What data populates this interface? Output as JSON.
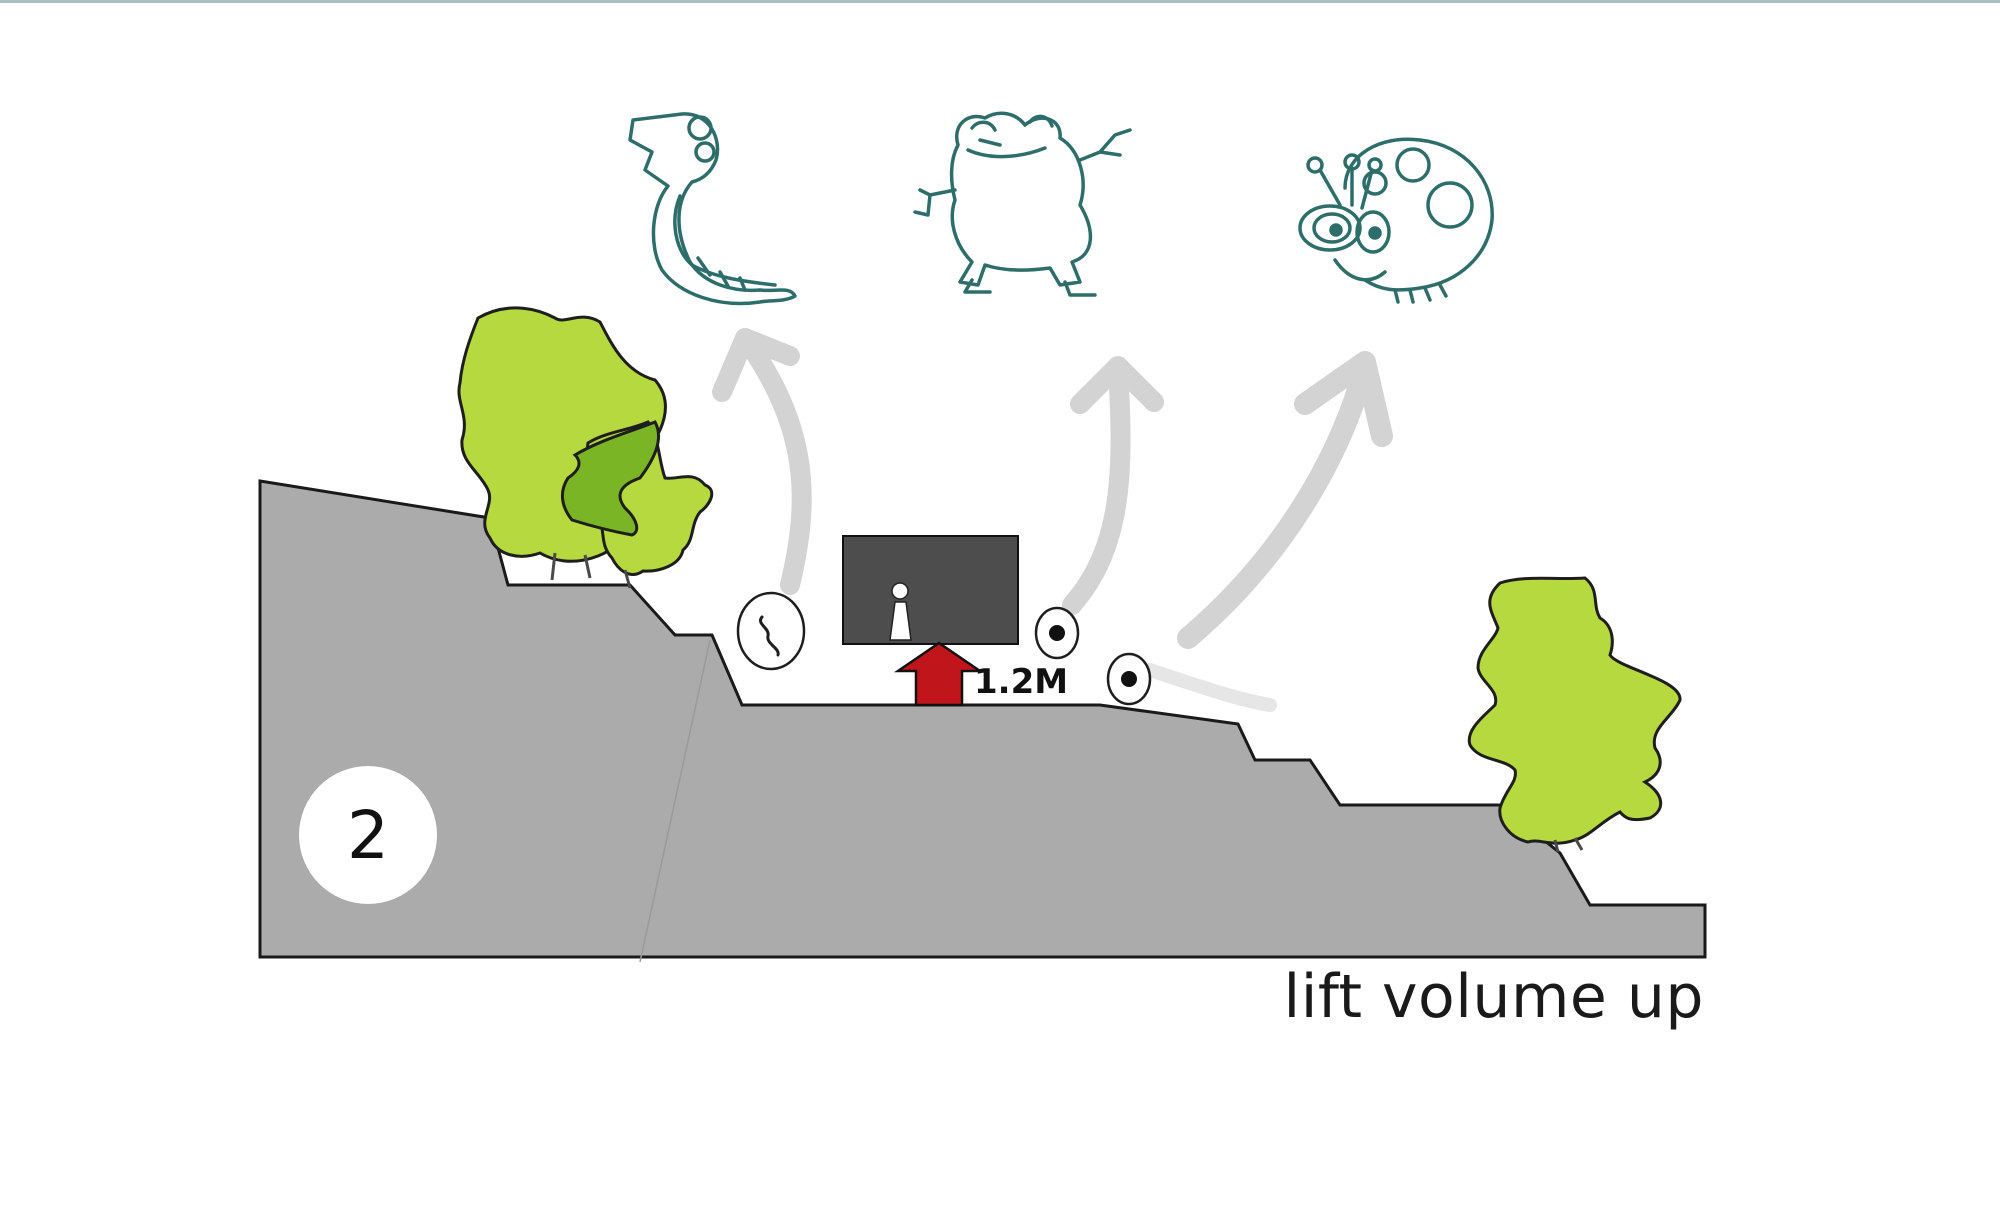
{
  "caption": "lift volume up",
  "step_number": "2",
  "height_label": "1.2M",
  "colors": {
    "ground": "#ababab",
    "tree_light": "#b5d93e",
    "tree_dark": "#7ab526",
    "animal_stroke": "#2e6e6a",
    "arrow_gray": "#d3d3d3",
    "lift_arrow": "#c0161b",
    "volume_box": "#4d4d4d",
    "top_rule": "#aabfc2"
  },
  "icons": [
    "tadpole-icon",
    "frog-icon",
    "ladybug-icon",
    "tree-icon",
    "person-icon",
    "tadpole-marker-icon",
    "eye-marker-icon"
  ]
}
